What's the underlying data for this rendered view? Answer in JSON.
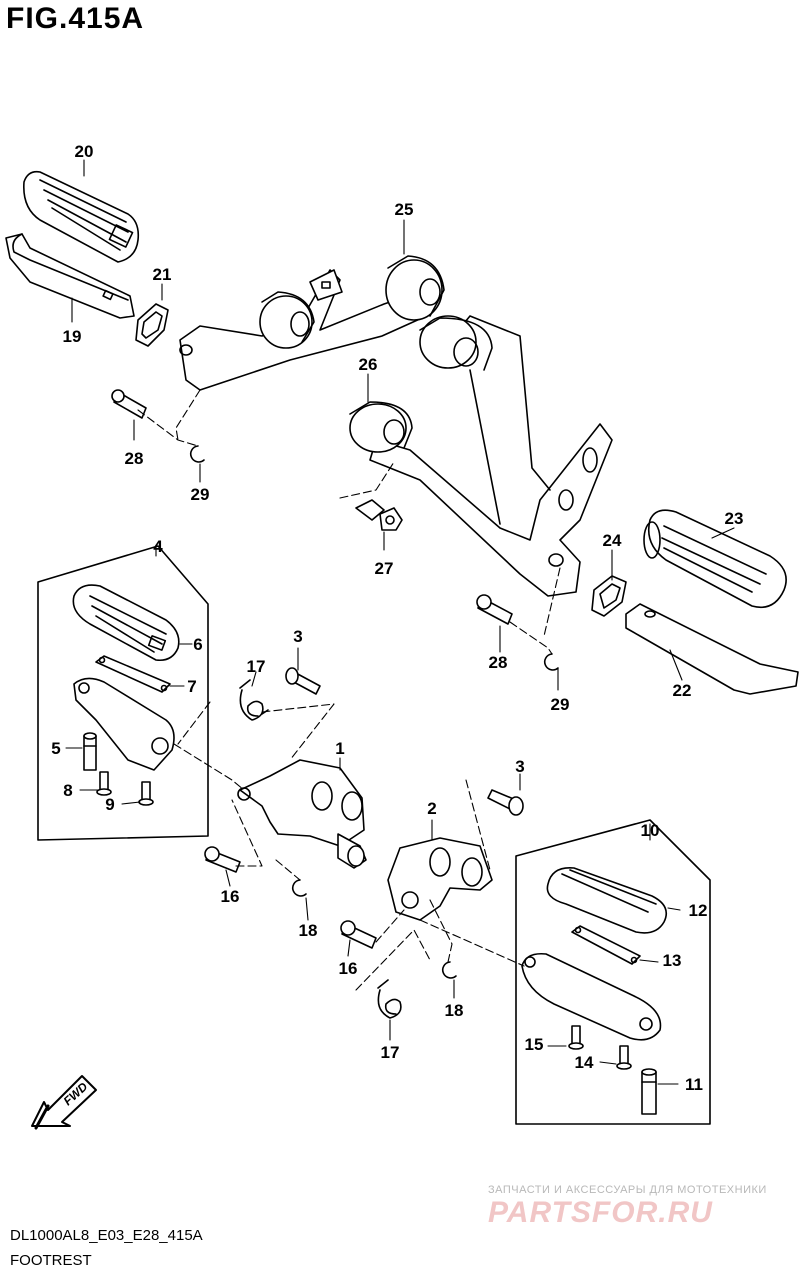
{
  "figure": {
    "title": "FIG.415A",
    "code": "DL1000AL8_E03_E28_415A",
    "name": "FOOTREST"
  },
  "direction_badge": "FWD",
  "watermark": {
    "line1": "ЗАПЧАСТИ И АКСЕССУАРЫ ДЛЯ МОТОТЕХНИКИ",
    "line2": "PARTSFOR.RU"
  },
  "callouts": {
    "c1": "1",
    "c2": "2",
    "c3a": "3",
    "c3b": "3",
    "c4": "4",
    "c5": "5",
    "c6": "6",
    "c7": "7",
    "c8": "8",
    "c9": "9",
    "c10": "10",
    "c11": "11",
    "c12": "12",
    "c13": "13",
    "c14": "14",
    "c15": "15",
    "c16a": "16",
    "c16b": "16",
    "c17a": "17",
    "c17b": "17",
    "c18a": "18",
    "c18b": "18",
    "c19": "19",
    "c20": "20",
    "c21": "21",
    "c22": "22",
    "c23": "23",
    "c24": "24",
    "c25": "25",
    "c26": "26",
    "c27": "27",
    "c28a": "28",
    "c28b": "28",
    "c29a": "29",
    "c29b": "29"
  }
}
